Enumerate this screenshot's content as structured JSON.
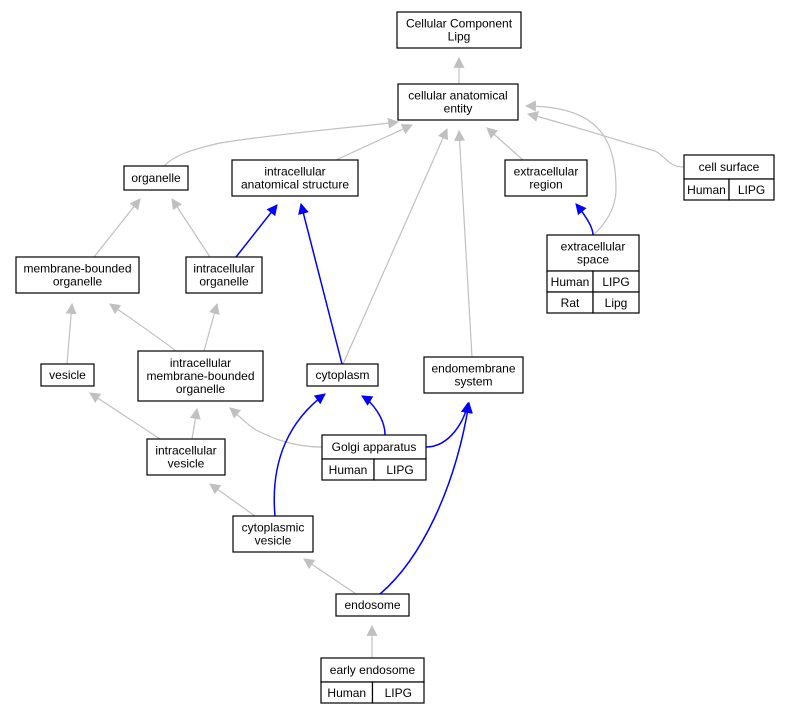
{
  "colors": {
    "is_a_edge": "#c0c0c0",
    "part_of_edge": "#0000ff",
    "human_cell": "#ff6347",
    "rat_cell": "#ffd700",
    "node_border": "#000000",
    "background": "#ffffff"
  },
  "nodes": {
    "root": {
      "lines": [
        "Cellular Component",
        "Lipg"
      ]
    },
    "cae": {
      "lines": [
        "cellular anatomical",
        "entity"
      ]
    },
    "organelle": {
      "lines": [
        "organelle"
      ]
    },
    "ias": {
      "lines": [
        "intracellular",
        "anatomical structure"
      ]
    },
    "exreg": {
      "lines": [
        "extracellular",
        "region"
      ]
    },
    "cellsurf": {
      "lines": [
        "cell surface"
      ],
      "rows": [
        [
          "Human",
          "LIPG"
        ]
      ]
    },
    "mbo": {
      "lines": [
        "membrane-bounded",
        "organelle"
      ]
    },
    "intorg": {
      "lines": [
        "intracellular",
        "organelle"
      ]
    },
    "exspace": {
      "lines": [
        "extracellular",
        "space"
      ],
      "rows": [
        [
          "Human",
          "LIPG"
        ],
        [
          "Rat",
          "Lipg"
        ]
      ]
    },
    "vesicle": {
      "lines": [
        "vesicle"
      ]
    },
    "imbo": {
      "lines": [
        "intracellular",
        "membrane-bounded",
        "organelle"
      ]
    },
    "cytoplasm": {
      "lines": [
        "cytoplasm"
      ]
    },
    "endomem": {
      "lines": [
        "endomembrane",
        "system"
      ]
    },
    "intves": {
      "lines": [
        "intracellular",
        "vesicle"
      ]
    },
    "golgi": {
      "lines": [
        "Golgi apparatus"
      ],
      "rows": [
        [
          "Human",
          "LIPG"
        ]
      ]
    },
    "cytves": {
      "lines": [
        "cytoplasmic",
        "vesicle"
      ]
    },
    "endosome": {
      "lines": [
        "endosome"
      ]
    },
    "early": {
      "lines": [
        "early endosome"
      ],
      "rows": [
        [
          "Human",
          "LIPG"
        ]
      ]
    }
  },
  "edges": [
    {
      "from": "cae",
      "to": "root",
      "type": "is_a"
    },
    {
      "from": "organelle",
      "to": "cae",
      "type": "is_a"
    },
    {
      "from": "ias",
      "to": "cae",
      "type": "is_a"
    },
    {
      "from": "exreg",
      "to": "cae",
      "type": "is_a"
    },
    {
      "from": "cellsurf",
      "to": "cae",
      "type": "is_a"
    },
    {
      "from": "exspace",
      "to": "cae",
      "type": "is_a"
    },
    {
      "from": "cytoplasm",
      "to": "cae",
      "type": "is_a"
    },
    {
      "from": "endomem",
      "to": "cae",
      "type": "is_a"
    },
    {
      "from": "mbo",
      "to": "organelle",
      "type": "is_a"
    },
    {
      "from": "intorg",
      "to": "organelle",
      "type": "is_a"
    },
    {
      "from": "intorg",
      "to": "ias",
      "type": "part_of"
    },
    {
      "from": "cytoplasm",
      "to": "ias",
      "type": "part_of"
    },
    {
      "from": "exspace",
      "to": "exreg",
      "type": "part_of"
    },
    {
      "from": "vesicle",
      "to": "mbo",
      "type": "is_a"
    },
    {
      "from": "imbo",
      "to": "mbo",
      "type": "is_a"
    },
    {
      "from": "imbo",
      "to": "intorg",
      "type": "is_a"
    },
    {
      "from": "intves",
      "to": "vesicle",
      "type": "is_a"
    },
    {
      "from": "intves",
      "to": "imbo",
      "type": "is_a"
    },
    {
      "from": "golgi",
      "to": "imbo",
      "type": "is_a"
    },
    {
      "from": "golgi",
      "to": "cytoplasm",
      "type": "part_of"
    },
    {
      "from": "golgi",
      "to": "endomem",
      "type": "part_of"
    },
    {
      "from": "cytves",
      "to": "intves",
      "type": "is_a"
    },
    {
      "from": "cytves",
      "to": "cytoplasm",
      "type": "part_of"
    },
    {
      "from": "endosome",
      "to": "cytves",
      "type": "is_a"
    },
    {
      "from": "endosome",
      "to": "endomem",
      "type": "part_of"
    },
    {
      "from": "early",
      "to": "endosome",
      "type": "is_a"
    }
  ]
}
